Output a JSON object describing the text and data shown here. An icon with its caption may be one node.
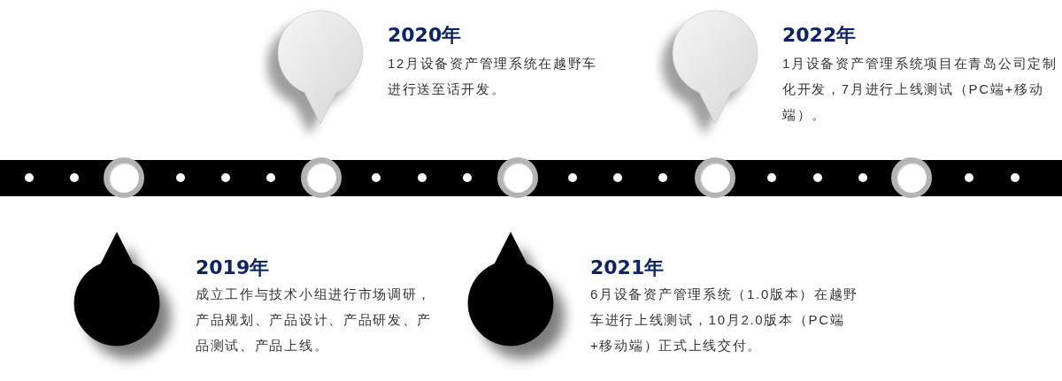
{
  "diagram": {
    "nodes": [
      {
        "text": [],
        "shape": "pin",
        "beside": [
          "2019年",
          "成立工作与技术小组进行市场调研，产品规划、产品设计、产品研发、产品测试、产品上线。"
        ]
      },
      {
        "text": [],
        "shape": "pin",
        "beside": [
          "2020年",
          "12月设备资产管理系统在越野车进行送至话开发。"
        ]
      },
      {
        "text": [],
        "shape": "pin",
        "beside": [
          "2021年",
          "6月设备资产管理系统（1.0版本）在越野车进行上线测试，10月2.0版本（PC端+移动端）正式上线交付。"
        ]
      },
      {
        "text": [],
        "shape": "pin",
        "beside": [
          "2022年",
          "1月设备资产管理系统项目在青岛公司定制化开发，7月进行上线测试（PC端+移动端）。"
        ]
      }
    ]
  }
}
